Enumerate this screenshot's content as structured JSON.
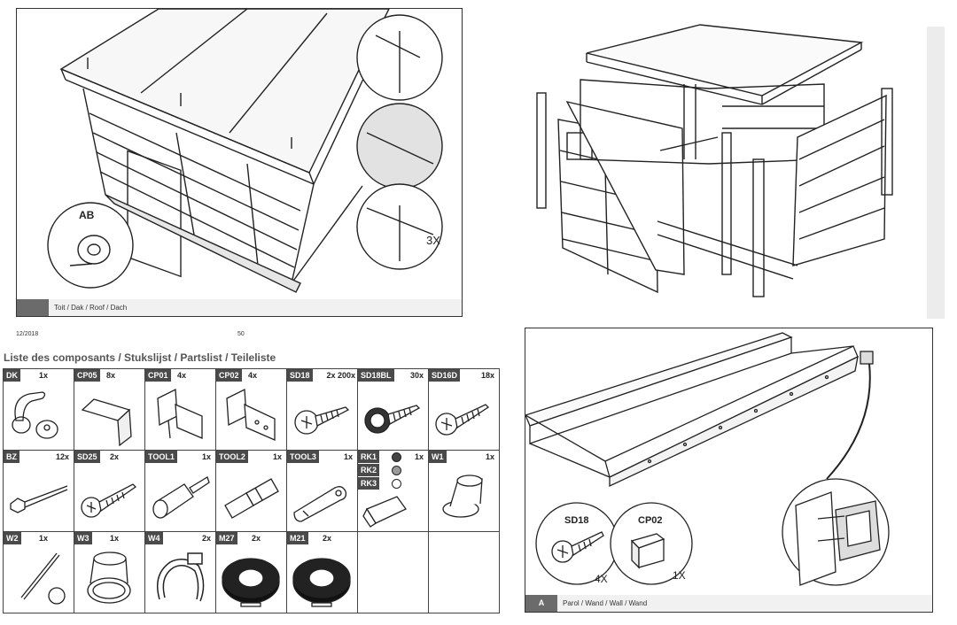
{
  "panel_roof": {
    "badge": "AB",
    "qty": "3X",
    "footer": "Toit / Dak / Roof / Dach"
  },
  "page_meta": {
    "date": "12/2018",
    "page": "50"
  },
  "parts_list": {
    "title": "Liste des composants / Stukslijst / Partslist / Teileliste",
    "rows": [
      [
        {
          "code": "DK",
          "qty": "1x",
          "icon": "door-handle-icon"
        },
        {
          "code": "CP05",
          "qty": "8x",
          "icon": "angle-bracket-icon"
        },
        {
          "code": "CP01",
          "qty": "4x",
          "icon": "bracket-icon"
        },
        {
          "code": "CP02",
          "qty": "4x",
          "icon": "bracket-icon"
        },
        {
          "code": "SD18",
          "qty": "2x 200x",
          "icon": "screw-icon"
        },
        {
          "code": "SD18BL",
          "qty": "30x",
          "icon": "screw-icon"
        },
        {
          "code": "SD16D",
          "qty": "18x",
          "icon": "screw-icon"
        }
      ],
      [
        {
          "code": "BZ",
          "qty": "12x",
          "icon": "bolt-icon"
        },
        {
          "code": "SD25",
          "qty": "2x",
          "icon": "screw-icon"
        },
        {
          "code": "TOOL1",
          "qty": "1x",
          "icon": "socket-bit-icon"
        },
        {
          "code": "TOOL2",
          "qty": "1x",
          "icon": "drill-bit-icon"
        },
        {
          "code": "TOOL3",
          "qty": "1x",
          "icon": "wrench-icon"
        },
        {
          "code": "RK1",
          "qty": "1x",
          "icon": "connector-icon",
          "extra": [
            "RK2",
            "RK3"
          ]
        },
        {
          "code": "W1",
          "qty": "1x",
          "icon": "bushing-icon"
        }
      ],
      [
        {
          "code": "W2",
          "qty": "1x",
          "icon": "rod-icon"
        },
        {
          "code": "W3",
          "qty": "1x",
          "icon": "pipe-elbow-icon"
        },
        {
          "code": "W4",
          "qty": "2x",
          "icon": "clip-icon"
        },
        {
          "code": "M27",
          "qty": "2x",
          "icon": "tape-roll-icon"
        },
        {
          "code": "M21",
          "qty": "2x",
          "icon": "tape-roll-icon"
        },
        {
          "code": "",
          "qty": "",
          "icon": ""
        },
        {
          "code": "",
          "qty": "",
          "icon": ""
        }
      ]
    ]
  },
  "panel_wall": {
    "part_a_code": "SD18",
    "part_a_qty": "4X",
    "part_b_code": "CP02",
    "part_b_qty": "1X",
    "footer_block": "A",
    "footer": "Parol / Wand / Wall / Wand"
  },
  "colors": {
    "line": "#222222",
    "panel_border": "#333333",
    "label_bg": "#4a4a4a",
    "footer_block": "#6b6b6b",
    "footer_bg": "#f1f1f1"
  }
}
